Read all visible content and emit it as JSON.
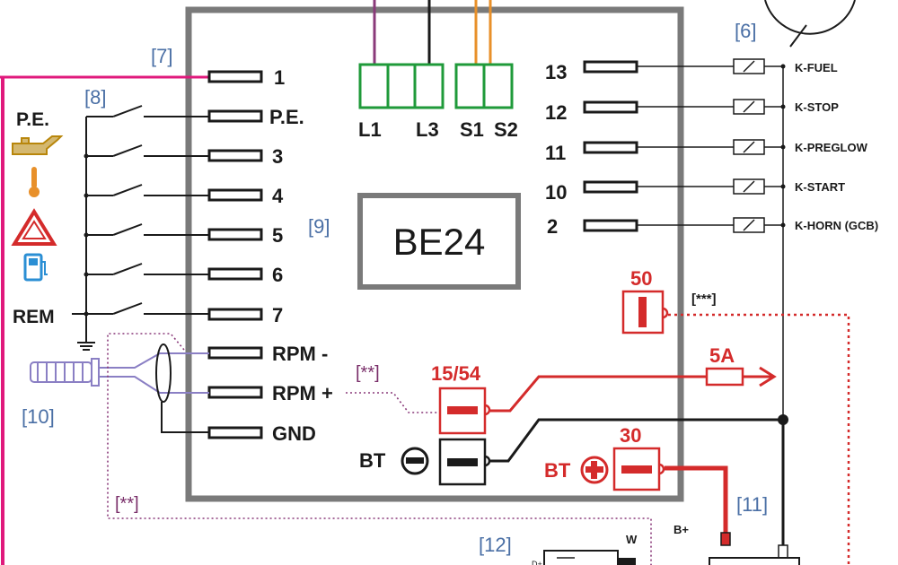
{
  "controller": "BE24",
  "refs": {
    "r6": "[6]",
    "r7": "[7]",
    "r8": "[8]",
    "r9": "[9]",
    "r10": "[10]",
    "r11": "[11]",
    "r12": "[12]"
  },
  "left_pins": [
    "1",
    "P.E.",
    "3",
    "4",
    "5",
    "6",
    "7",
    "RPM -",
    "RPM +",
    "GND"
  ],
  "left_labels": {
    "pe": "P.E.",
    "rem": "REM"
  },
  "top_connectors": {
    "l1": "L1",
    "l3": "L3",
    "s1": "S1",
    "s2": "S2"
  },
  "right_pins": [
    {
      "num": "13",
      "label": "K-FUEL"
    },
    {
      "num": "12",
      "label": "K-STOP"
    },
    {
      "num": "11",
      "label": "K-PREGLOW"
    },
    {
      "num": "10",
      "label": "K-START"
    },
    {
      "num": "2",
      "label": "K-HORN (GCB)"
    }
  ],
  "power": {
    "t50": "50",
    "t1554": "15/54",
    "t30": "30",
    "fuse": "5A",
    "bt_minus": "BT",
    "bt_plus": "BT",
    "note3": "[***]",
    "note2a": "[**]",
    "note2b": "[**]",
    "bplus": "B+",
    "w": "W"
  },
  "colors": {
    "frame": "#7a7a7a",
    "red": "#d42b2b",
    "magenta": "#e0197c",
    "purple": "#8a3a7a",
    "green": "#1f9a3a",
    "orange": "#e8902a",
    "blue": "#4a6fa5"
  }
}
